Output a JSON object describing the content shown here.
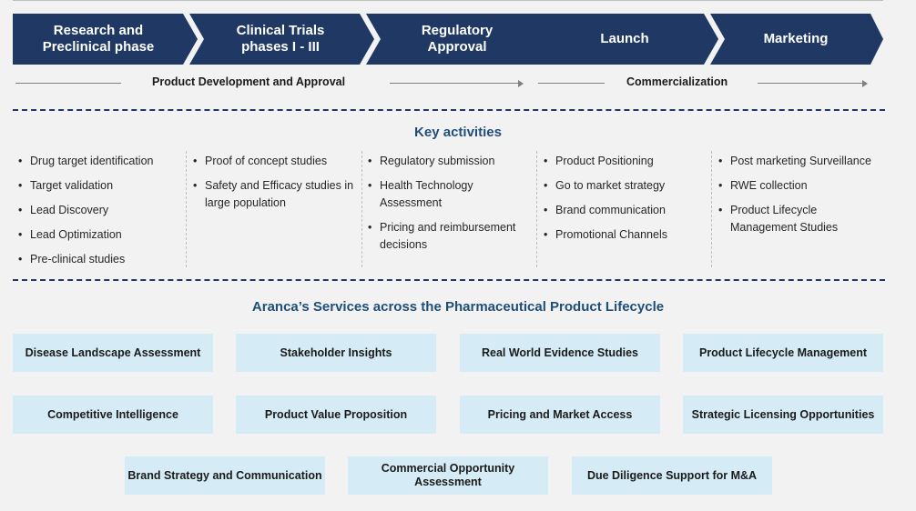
{
  "colors": {
    "chevron": "#1f3864",
    "service_box": "#d5ecf6",
    "title": "#1f4e79"
  },
  "phases": [
    {
      "line1": "Research and",
      "line2": "Preclinical  phase"
    },
    {
      "line1": "Clinical Trials",
      "line2": "phases I - III"
    },
    {
      "line1": "Regulatory",
      "line2": "Approval"
    },
    {
      "line1": "Launch",
      "line2": ""
    },
    {
      "line1": "Marketing",
      "line2": ""
    }
  ],
  "flow": {
    "development_label": "Product Development and Approval",
    "commercial_label": "Commercialization"
  },
  "key_activities": {
    "title": "Key activities",
    "columns": [
      [
        "Drug target identification",
        "Target validation",
        "Lead Discovery",
        "Lead Optimization",
        "Pre-clinical studies"
      ],
      [
        "Proof of concept studies",
        " Safety and Efficacy studies in large population"
      ],
      [
        "Regulatory submission",
        "Health Technology Assessment",
        "Pricing and reimbursement decisions"
      ],
      [
        " Product Positioning",
        "Go to market strategy",
        "Brand communication",
        "Promotional Channels"
      ],
      [
        " Post marketing Surveillance",
        " RWE collection",
        "Product Lifecycle Management Studies"
      ]
    ]
  },
  "services": {
    "title": "Aranca’s Services across the Pharmaceutical Product Lifecycle",
    "items": [
      "Disease Landscape Assessment",
      "Stakeholder Insights",
      "Real World Evidence Studies",
      "Product Lifecycle Management",
      "Competitive Intelligence",
      "Product Value Proposition",
      "Pricing and Market Access",
      "Strategic Licensing Opportunities",
      "Brand Strategy and Communication",
      "Commercial Opportunity Assessment",
      "Due Diligence Support for M&A"
    ]
  }
}
